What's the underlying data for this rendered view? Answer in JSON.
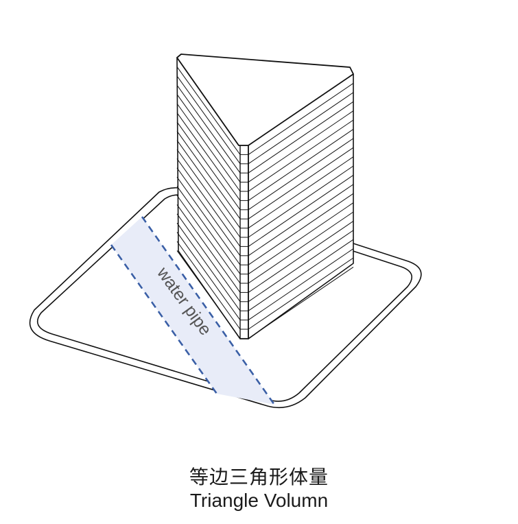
{
  "diagram": {
    "pipe_label": "water pipe",
    "colors": {
      "outline": "#111111",
      "pipe_fill": "#e8ecf8",
      "pipe_dash": "#3a5fa6",
      "label": "#555555"
    }
  },
  "caption": {
    "chinese": "等边三角形体量",
    "english": "Triangle Volumn"
  }
}
